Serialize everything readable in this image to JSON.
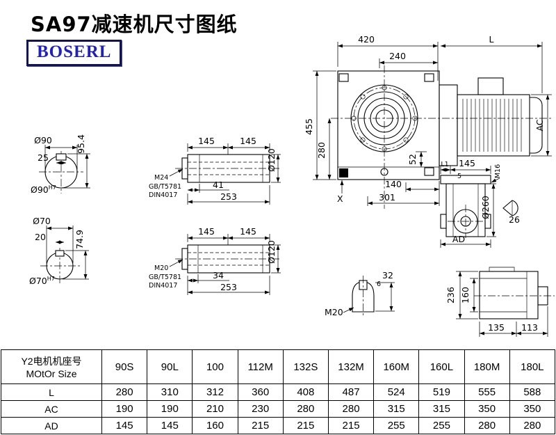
{
  "title": "SA97减速机尺寸图纸",
  "logo": "BOSERL",
  "views": {
    "main": {
      "dim_width_total": "420",
      "dim_motor_len": "L",
      "dim_240": "240",
      "dim_height": "455",
      "dim_center_height": "280",
      "dim_52": "52",
      "dim_ac": "AC",
      "dim_140": "140",
      "dim_301": "301",
      "label_x": "X"
    },
    "shaft_end_90": {
      "dim_dia": "Ø90",
      "dim_key_width": "25",
      "dim_key_height": "95.4",
      "fit_dia": "Ø90",
      "fit_tol": "H7"
    },
    "shaft_end_70": {
      "dim_dia": "Ø70",
      "dim_key_width": "20",
      "dim_key_height": "74.9",
      "fit_dia": "Ø70",
      "fit_tol": "H7"
    },
    "hollow_shaft_top": {
      "dim_seg1": "145",
      "dim_seg2": "145",
      "dim_dia": "Ø120",
      "thread": "M24",
      "std1": "GB/T5781",
      "std2": "DIN4017",
      "dim_thread_len": "41",
      "dim_total": "253"
    },
    "hollow_shaft_bottom": {
      "dim_seg1": "145",
      "dim_seg2": "145",
      "dim_dia": "Ø120",
      "thread": "M20",
      "std1": "GB/T5781",
      "std2": "DIN4017",
      "dim_thread_len": "34",
      "dim_total": "253"
    },
    "output_side": {
      "dim_l1": "L1",
      "dim_145": "145",
      "dim_5": "5",
      "thread": "M16",
      "dim_dia": "Ø260",
      "dim_26": "26",
      "dim_ad": "AD"
    },
    "key_detail": {
      "dim_6": "6",
      "dim_32": "32",
      "thread": "M20"
    },
    "rear_side": {
      "dim_236": "236",
      "dim_160": "160",
      "dim_135": "135",
      "dim_113": "113"
    }
  },
  "table": {
    "header_cn": "Y2电机机座号",
    "header_en": "MOtOr Size",
    "columns": [
      "90S",
      "90L",
      "100",
      "112M",
      "132S",
      "132M",
      "160M",
      "160L",
      "180M",
      "180L"
    ],
    "rows": [
      {
        "label": "L",
        "values": [
          "280",
          "310",
          "312",
          "360",
          "408",
          "487",
          "524",
          "519",
          "555",
          "588"
        ]
      },
      {
        "label": "AC",
        "values": [
          "190",
          "190",
          "210",
          "230",
          "280",
          "280",
          "315",
          "315",
          "350",
          "350"
        ]
      },
      {
        "label": "AD",
        "values": [
          "145",
          "145",
          "160",
          "215",
          "215",
          "215",
          "255",
          "255",
          "280",
          "280"
        ]
      }
    ]
  }
}
